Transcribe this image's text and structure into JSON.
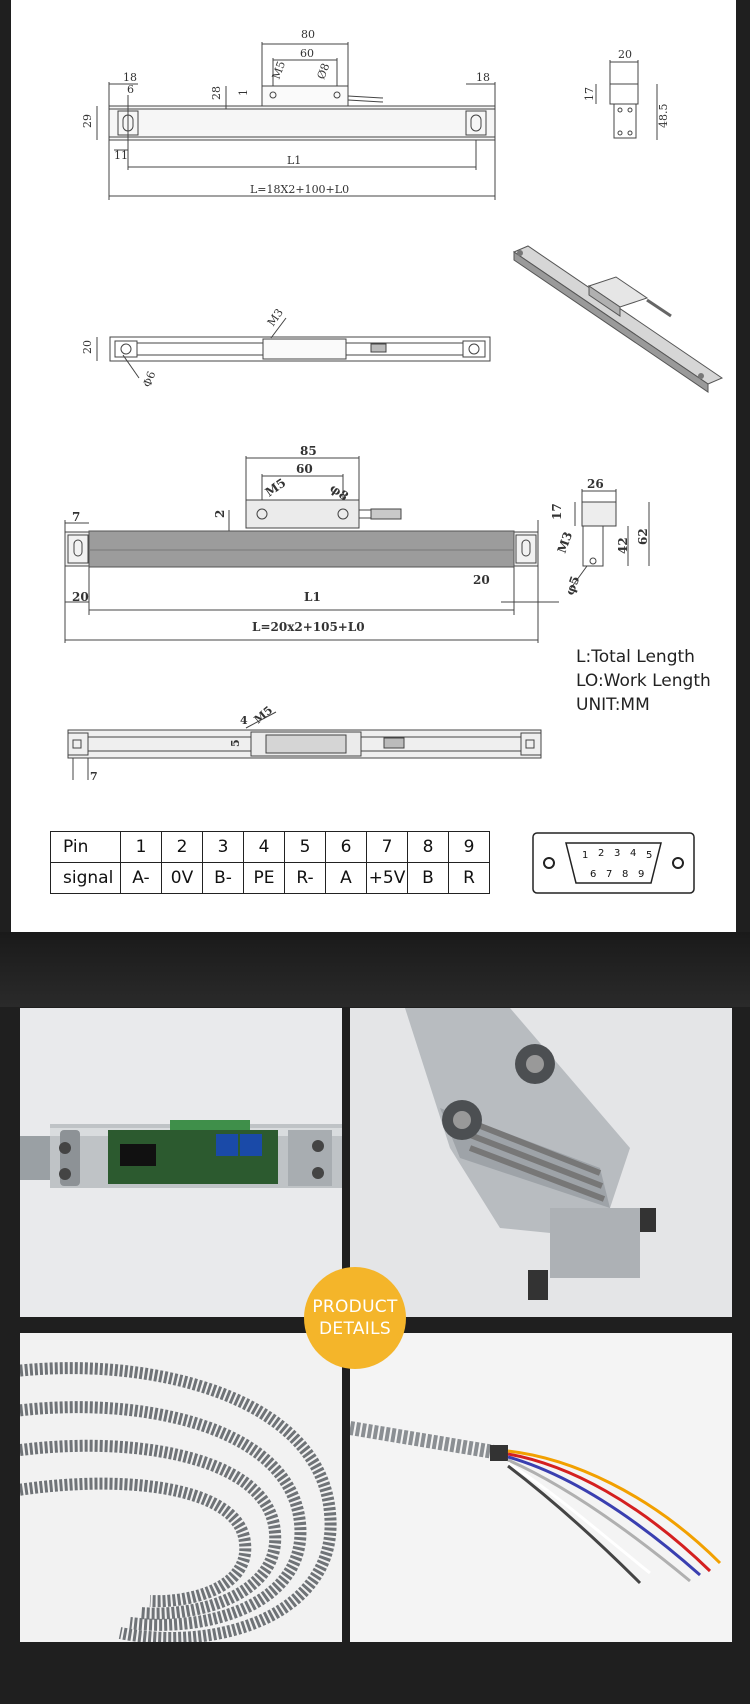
{
  "drawing_a": {
    "dim_80": "80",
    "dim_60": "60",
    "dim_m5": "M5",
    "dim_phi8": "Ø8",
    "dim_18_left": "18",
    "dim_6": "6",
    "dim_18_right": "18",
    "dim_29": "29",
    "dim_28": "28",
    "dim_1": "1",
    "dim_11": "11",
    "dim_l1": "L1",
    "dim_total": "L=18X2+100+L0",
    "side_20": "20",
    "side_17": "17",
    "side_48_5": "48.5",
    "top_20": "20",
    "top_m3": "M3",
    "top_phi6": "Φ6"
  },
  "drawing_b": {
    "dim_85": "85",
    "dim_60": "60",
    "dim_m5": "M5",
    "dim_phi8": "φ8",
    "dim_7": "7",
    "dim_2": "2",
    "dim_20_left": "20",
    "dim_20_right": "20",
    "dim_l1": "L1",
    "dim_total": "L=20x2+105+L0",
    "side_26": "26",
    "side_17": "17",
    "side_m3": "M3",
    "side_42": "42",
    "side_62": "62",
    "side_phi5": "φ5",
    "bot_4": "4",
    "bot_m5": "M5",
    "bot_5": "5",
    "bot_7": "7"
  },
  "legend": {
    "line1": "L:Total Length",
    "line2": "LO:Work Length",
    "line3": "UNIT:MM"
  },
  "pin_table": {
    "pin_label": "Pin",
    "signal_label": "signal",
    "pins": [
      "1",
      "2",
      "3",
      "4",
      "5",
      "6",
      "7",
      "8",
      "9"
    ],
    "signals": [
      "A-",
      "0V",
      "B-",
      "PE",
      "R-",
      "A",
      "+5V",
      "B",
      "R"
    ]
  },
  "connector": {
    "top_pins": [
      "1",
      "2",
      "3",
      "4",
      "5"
    ],
    "bottom_pins": [
      "6",
      "7",
      "8",
      "9"
    ]
  },
  "badge": {
    "line1": "PRODUCT",
    "line2": "DETAILS"
  },
  "colors": {
    "badge": "#f4b52a",
    "page_bg": "#1f1f1f",
    "sheet_bg": "#ffffff"
  }
}
